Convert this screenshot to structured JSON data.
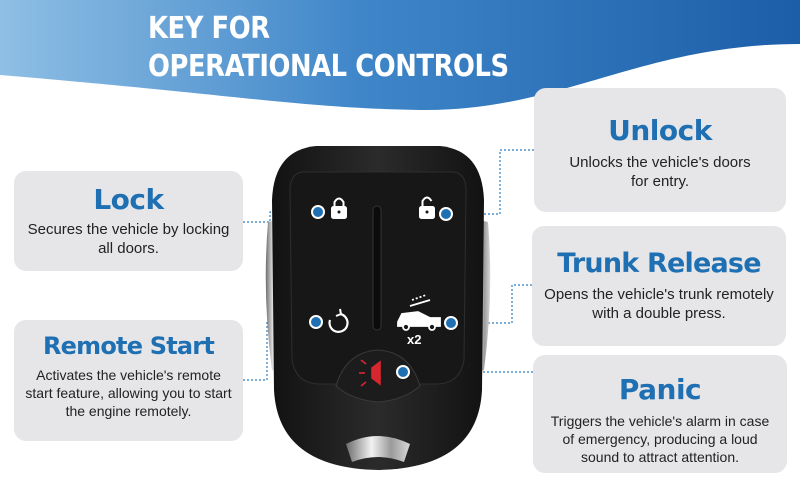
{
  "header": {
    "title_line1": "KEY FOR",
    "title_line2": "OPERATIONAL CONTROLS"
  },
  "colors": {
    "banner_light": "#8fbfe4",
    "banner_dark": "#1c5ea8",
    "accent": "#1f6fb3",
    "card_bg": "#e6e6e8",
    "fob_body": "#1e1e1e",
    "panic_red": "#d7262e"
  },
  "controls": {
    "lock": {
      "title": "Lock",
      "description": "Secures the vehicle by locking all doors.",
      "icon": "lock-icon"
    },
    "unlock": {
      "title": "Unlock",
      "description": "Unlocks the vehicle's doors for entry.",
      "icon": "unlock-icon"
    },
    "trunk": {
      "title": "Trunk Release",
      "description": "Opens the vehicle's trunk remotely with a double press.",
      "icon": "trunk-icon",
      "badge": "x2"
    },
    "remote_start": {
      "title": "Remote Start",
      "description": "Activates the vehicle's remote start feature, allowing you to start the engine remotely.",
      "icon": "remote-start-icon"
    },
    "panic": {
      "title": "Panic",
      "description": "Triggers the vehicle's alarm in case of emergency, producing a loud sound to attract attention.",
      "icon": "panic-horn-icon"
    }
  }
}
